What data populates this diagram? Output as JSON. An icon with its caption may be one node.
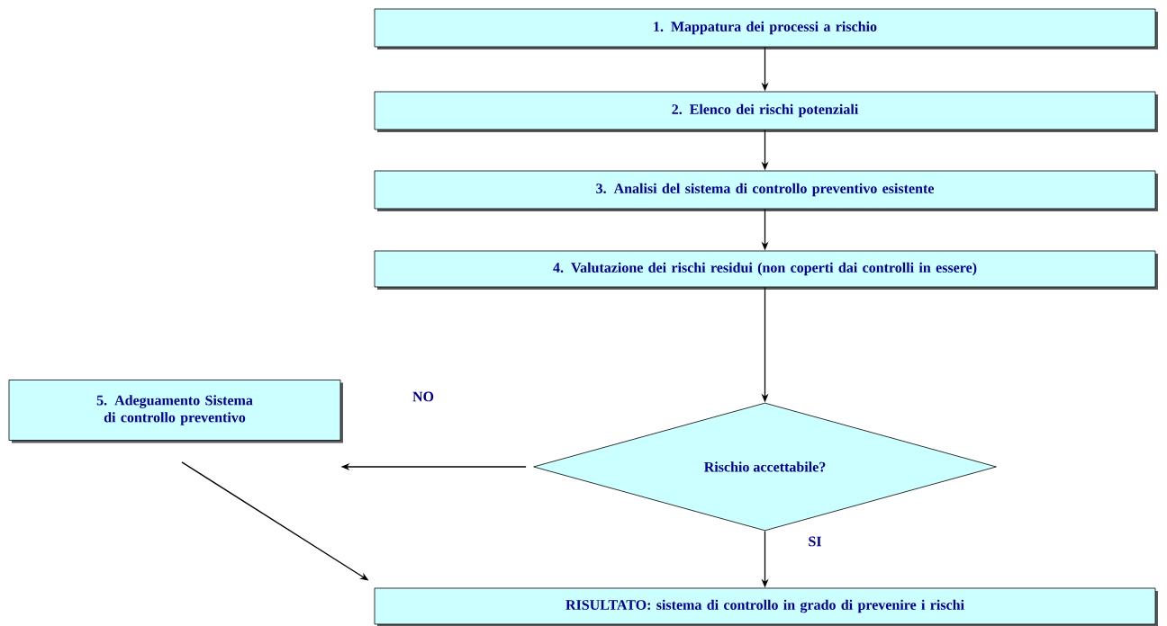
{
  "diagram": {
    "nodes": [
      {
        "text": [
          "1. Mappatura dei processi a rischio"
        ]
      },
      {
        "text": [
          "2. Elenco dei rischi potenziali"
        ]
      },
      {
        "text": [
          "3. Analisi del sistema di controllo preventivo esistente"
        ]
      },
      {
        "text": [
          "4. Valutazione dei rischi residui (non coperti dai controlli in essere)"
        ]
      },
      {
        "text": [
          "Rischio accettabile?"
        ]
      },
      {
        "text": [
          "5. Adeguamento Sistema di controllo preventivo"
        ]
      },
      {
        "text": [
          "RISULTATO: sistema di controllo in grado di prevenire i rischi"
        ]
      }
    ],
    "edges": [
      {
        "from": 0,
        "to": 1,
        "arrow": "to"
      },
      {
        "from": 1,
        "to": 2,
        "arrow": "to"
      },
      {
        "from": 2,
        "to": 3,
        "arrow": "to"
      },
      {
        "from": 3,
        "to": 4,
        "arrow": "to"
      },
      {
        "from": 4,
        "to": 5,
        "arrow": "to",
        "label": "NO"
      },
      {
        "from": 4,
        "to": 6,
        "arrow": "to",
        "label": "SI"
      },
      {
        "from": 5,
        "to": 6,
        "arrow": "to"
      }
    ]
  }
}
